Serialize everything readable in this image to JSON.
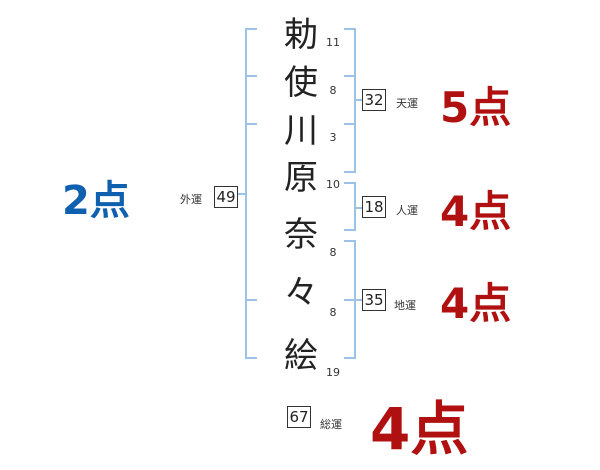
{
  "name": {
    "chars": [
      {
        "char": "勅",
        "strokes": "11"
      },
      {
        "char": "使",
        "strokes": "8"
      },
      {
        "char": "川",
        "strokes": "3"
      },
      {
        "char": "原",
        "strokes": "10"
      },
      {
        "char": "奈",
        "strokes": "8"
      },
      {
        "char": "々",
        "strokes": "8"
      },
      {
        "char": "絵",
        "strokes": "19"
      }
    ]
  },
  "fortunes": {
    "gaiun": {
      "label": "外運",
      "value": "49",
      "score": "2点"
    },
    "tenun": {
      "label": "天運",
      "value": "32",
      "score": "5点"
    },
    "jinun": {
      "label": "人運",
      "value": "18",
      "score": "4点"
    },
    "chiun": {
      "label": "地運",
      "value": "35",
      "score": "4点"
    },
    "souun": {
      "label": "総運",
      "value": "67",
      "score": "4点"
    }
  },
  "colors": {
    "bracket": "#9cc3e5",
    "score_red": "#b01010",
    "score_blue": "#1060b0"
  }
}
